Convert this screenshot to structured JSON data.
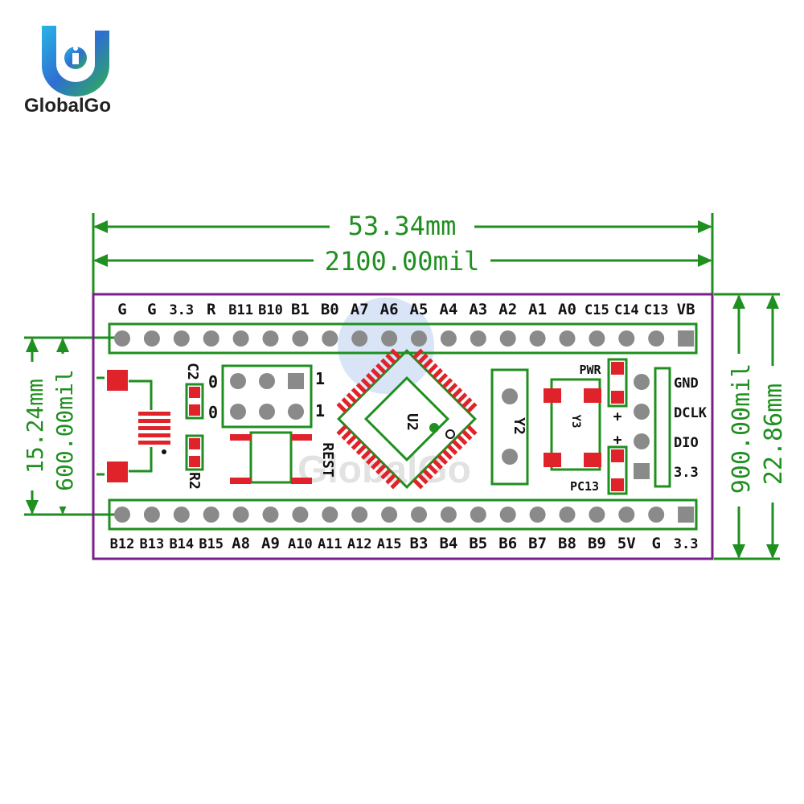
{
  "logo": {
    "brand": "GlobalGo",
    "watermark": "GlobalGo"
  },
  "dimensions": {
    "width_mm": "53.34mm",
    "width_mil": "2100.00mil",
    "pin_spacing_mm": "15.24mm",
    "pin_spacing_mil": "600.00mil",
    "height_mil": "900.00mil",
    "height_mm": "22.86mm"
  },
  "top_pins": [
    "G",
    "G",
    "3.3",
    "R",
    "B11",
    "B10",
    "B1",
    "B0",
    "A7",
    "A6",
    "A5",
    "A4",
    "A3",
    "A2",
    "A1",
    "A0",
    "C15",
    "C14",
    "C13",
    "VB"
  ],
  "bottom_pins": [
    "B12",
    "B13",
    "B14",
    "B15",
    "A8",
    "A9",
    "A10",
    "A11",
    "A12",
    "A15",
    "B3",
    "B4",
    "B5",
    "B6",
    "B7",
    "B8",
    "B9",
    "5V",
    "G",
    "3.3"
  ],
  "swd_pins": [
    "GND",
    "DCLK",
    "DIO",
    "3.3"
  ],
  "components": {
    "c2": "C2",
    "r2": "R2",
    "u2": "U2",
    "y2": "Y2",
    "y3": "Y3",
    "reset": "REST",
    "pwr": "PWR",
    "pc13": "PC13",
    "jumper_0a": "0",
    "jumper_0b": "0",
    "jumper_1a": "1",
    "jumper_1b": "1",
    "plus_a": "+",
    "plus_b": "+"
  },
  "colors": {
    "dimension": "#1f8f1f",
    "outline": "#7a1f8a",
    "pad": "#e0232a",
    "pin": "#8a8a8a",
    "board": "#ffffff"
  }
}
